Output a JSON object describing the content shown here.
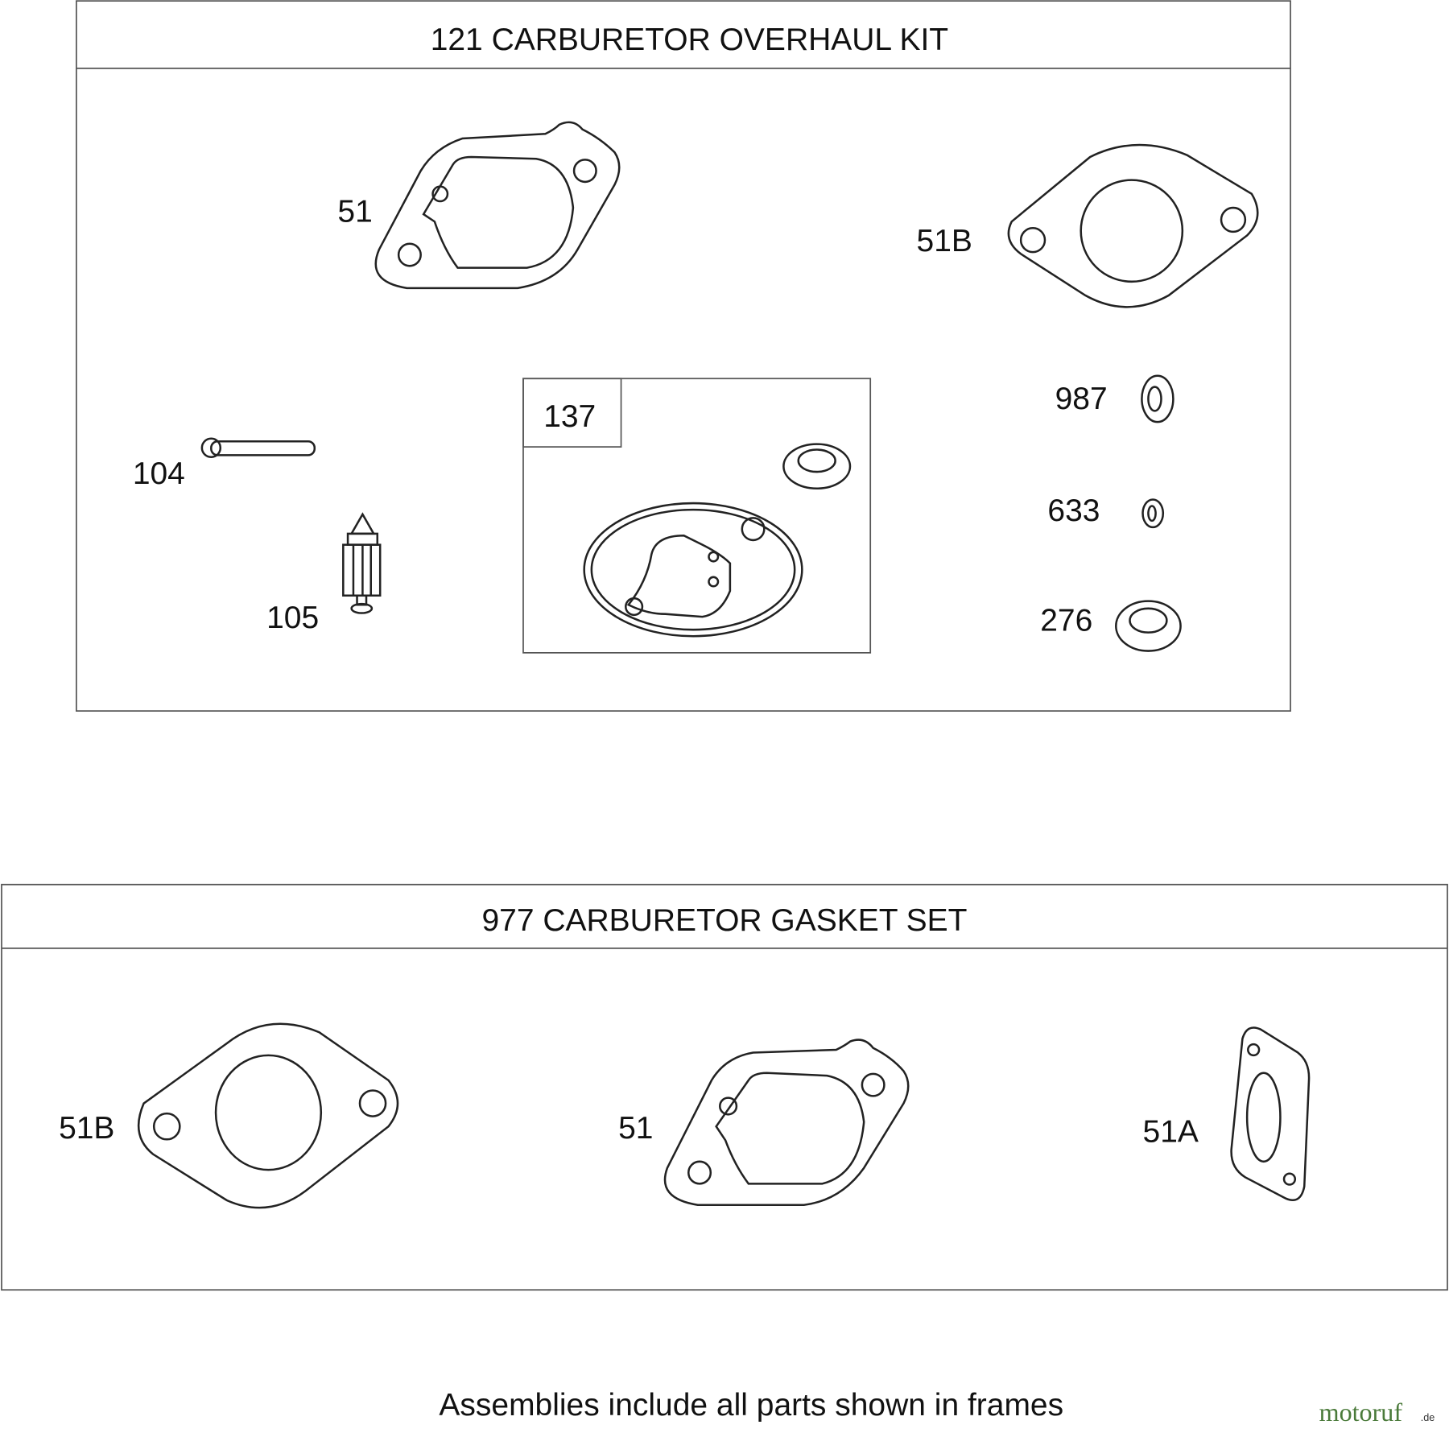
{
  "kit_overhaul": {
    "title": "121 CARBURETOR OVERHAUL KIT",
    "labels": {
      "p51": "51",
      "p51b": "51B",
      "p104": "104",
      "p105": "105",
      "p137": "137",
      "p987": "987",
      "p633": "633",
      "p276": "276"
    }
  },
  "kit_gasket": {
    "title": "977 CARBURETOR GASKET SET",
    "labels": {
      "p51b": "51B",
      "p51": "51",
      "p51a": "51A"
    }
  },
  "footer": "Assemblies include all parts shown in frames",
  "watermark": {
    "text": "motoruf",
    "suffix": ".de"
  }
}
